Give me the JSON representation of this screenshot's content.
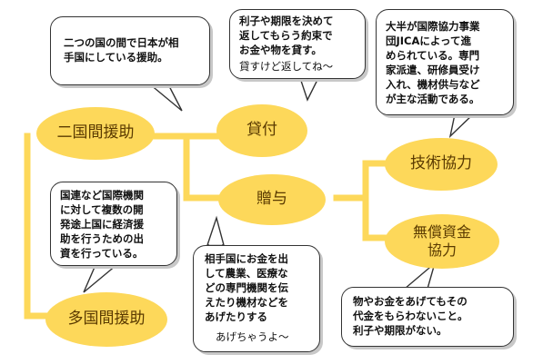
{
  "nodes": {
    "bilateral": "二国間援助",
    "multilateral": "多国間援助",
    "loan": "貸付",
    "grant": "贈与",
    "technical": "技術協力",
    "grant_aid": "無償資金\n協力"
  },
  "notes": {
    "bilateral": "二つの国の間で日本が相\n手国にしている援助。",
    "loan": "利子や期限を決めて\n返してもらう約束で\nお金や物を貸す。",
    "loan_casual": "貸すけど返してね～",
    "technical": "大半が国際協力事業\n団JICAによって進\nめられている。専門\n家派遣、研修員受け\n入れ、機材供与など\nが主な活動である。",
    "multilateral": "国連など国際機関\nに対して複数の開\n発途上国に経済援\n助を行うための出\n資を行っている。",
    "grant": "相手国にお金を出\nして農業、医療な\nどの専門機関を伝\nえたり機材などを\nあげたりする",
    "grant_casual": "あげちゃうよ～",
    "grant_aid": "物やお金をあげてもその\n代金をもらわないこと。\n利子や期限がない。"
  },
  "colors": {
    "accent": "#fdd85a",
    "line": "#fdd85a",
    "text": "#5a3a00"
  }
}
